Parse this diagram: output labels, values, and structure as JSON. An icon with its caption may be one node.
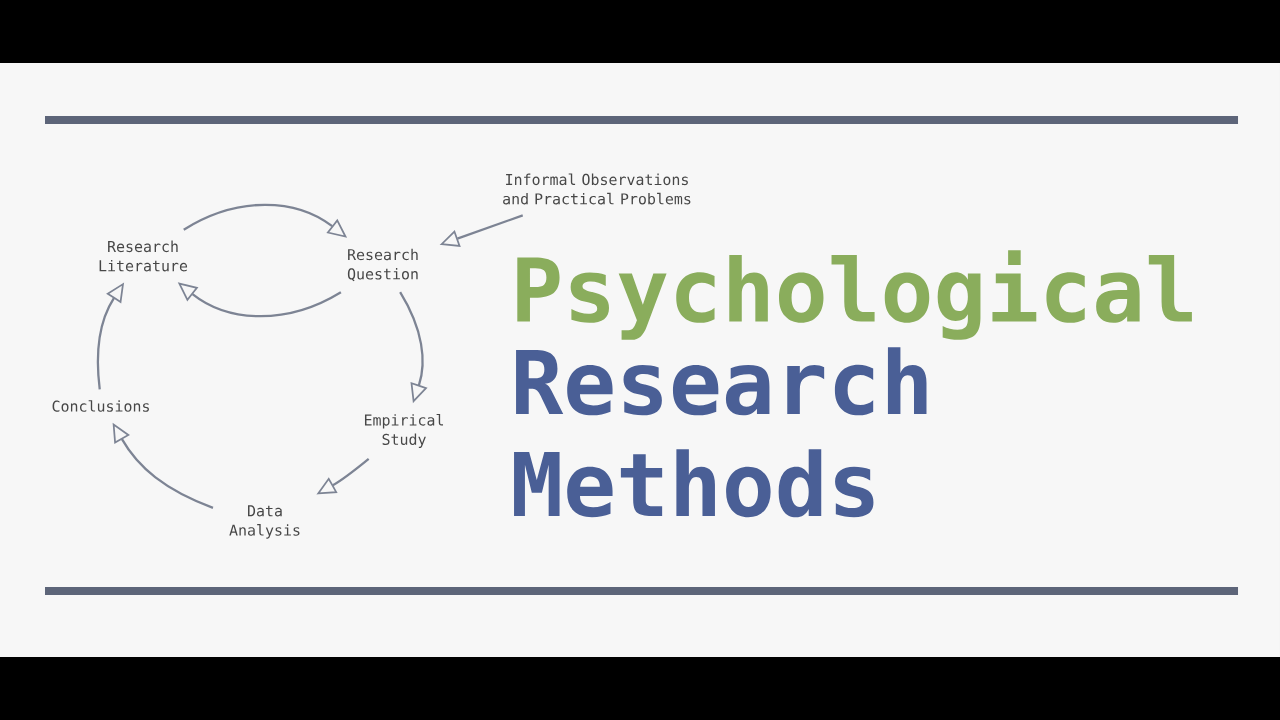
{
  "diagram": {
    "nodes": [
      {
        "text": [
          "Research Literature"
        ]
      },
      {
        "text": [
          "Research Question"
        ]
      },
      {
        "text": [
          "Informal Observations and Practical Problems"
        ]
      },
      {
        "text": [
          "Empirical Study"
        ]
      },
      {
        "text": [
          "Data Analysis"
        ]
      },
      {
        "text": [
          "Conclusions"
        ]
      }
    ],
    "edges": [
      {
        "from": 0,
        "to": 1,
        "arrow": "to"
      },
      {
        "from": 1,
        "to": 0,
        "arrow": "to"
      },
      {
        "from": 2,
        "to": 1,
        "arrow": "to"
      },
      {
        "from": 1,
        "to": 3,
        "arrow": "to"
      },
      {
        "from": 3,
        "to": 4,
        "arrow": "to"
      },
      {
        "from": 4,
        "to": 5,
        "arrow": "to"
      },
      {
        "from": 5,
        "to": 0,
        "arrow": "to"
      }
    ],
    "labels": [
      "Psychological",
      "Research Methods"
    ]
  }
}
